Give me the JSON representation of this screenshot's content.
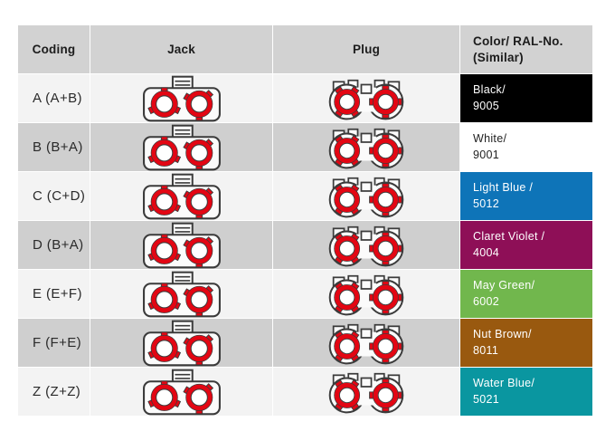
{
  "table": {
    "headers": {
      "coding": "Coding",
      "jack": "Jack",
      "plug": "Plug",
      "color_line1": "Color/ RAL-No.",
      "color_line2": "(Similar)"
    },
    "rows": [
      {
        "coding": "A (A+B)",
        "color_name": "Black/",
        "ral": "9005",
        "swatch_bg": "#000000",
        "swatch_text": "#ffffff"
      },
      {
        "coding": "B (B+A)",
        "color_name": "White/",
        "ral": "9001",
        "swatch_bg": "#ffffff",
        "swatch_text": "#222222"
      },
      {
        "coding": "C (C+D)",
        "color_name": "Light Blue /",
        "ral": "5012",
        "swatch_bg": "#0e74b8",
        "swatch_text": "#ffffff"
      },
      {
        "coding": "D (B+A)",
        "color_name": "Claret Violet /",
        "ral": "4004",
        "swatch_bg": "#8e0f57",
        "swatch_text": "#ffffff"
      },
      {
        "coding": "E (E+F)",
        "color_name": "May Green/",
        "ral": "6002",
        "swatch_bg": "#71b74d",
        "swatch_text": "#ffffff"
      },
      {
        "coding": "F (F+E)",
        "color_name": "Nut Brown/",
        "ral": "8011",
        "swatch_bg": "#99590f",
        "swatch_text": "#ffffff"
      },
      {
        "coding": "Z (Z+Z)",
        "color_name": "Water Blue/",
        "ral": "5021",
        "swatch_bg": "#0a96a0",
        "swatch_text": "#ffffff"
      }
    ],
    "icons": {
      "jack": "jack-connector-icon",
      "plug": "plug-connector-icon"
    },
    "colors": {
      "header_bg": "#d2d2d2",
      "row_light": "#f3f3f3",
      "row_dark": "#cfcfcf",
      "connector_red": "#e30613",
      "connector_outline": "#3b3b3b"
    }
  }
}
